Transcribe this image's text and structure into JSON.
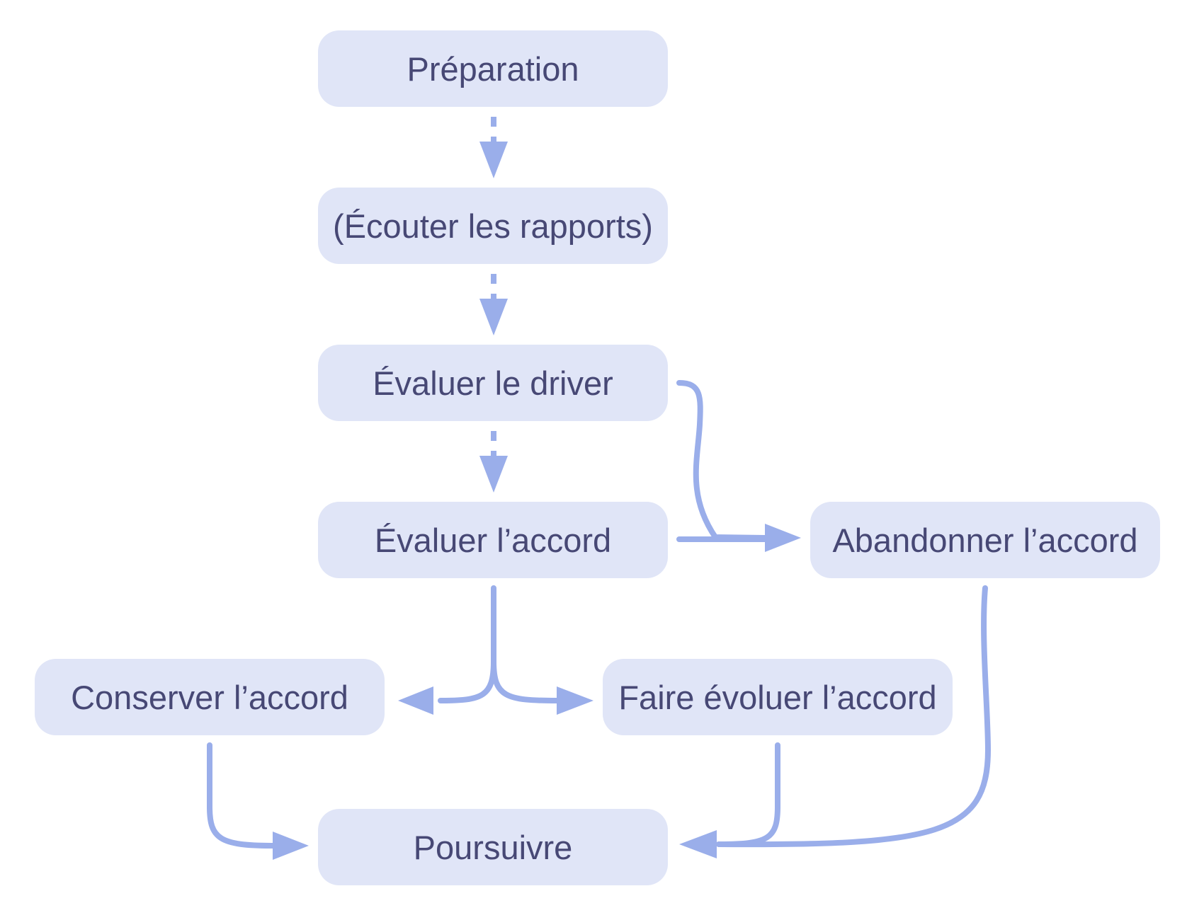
{
  "colors": {
    "node_fill": "#e0e5f7",
    "node_text": "#474875",
    "edge": "#9aaeea",
    "background": "#ffffff"
  },
  "nodes": {
    "preparation": {
      "label": "Préparation"
    },
    "ecouter": {
      "label": "(Écouter les rapports)"
    },
    "evaluer_driver": {
      "label": "Évaluer le driver"
    },
    "evaluer_accord": {
      "label": "Évaluer l’accord"
    },
    "abandonner": {
      "label": "Abandonner l’accord"
    },
    "conserver": {
      "label": "Conserver l’accord"
    },
    "faire_evoluer": {
      "label": "Faire évoluer l’accord"
    },
    "poursuivre": {
      "label": "Poursuivre"
    }
  },
  "edges": [
    {
      "from": "preparation",
      "to": "ecouter",
      "style": "dashed"
    },
    {
      "from": "ecouter",
      "to": "evaluer_driver",
      "style": "dashed"
    },
    {
      "from": "evaluer_driver",
      "to": "evaluer_accord",
      "style": "dashed"
    },
    {
      "from": "evaluer_driver",
      "to": "abandonner",
      "style": "solid"
    },
    {
      "from": "evaluer_accord",
      "to": "abandonner",
      "style": "solid"
    },
    {
      "from": "evaluer_accord",
      "to": "conserver",
      "style": "solid"
    },
    {
      "from": "evaluer_accord",
      "to": "faire_evoluer",
      "style": "solid"
    },
    {
      "from": "conserver",
      "to": "poursuivre",
      "style": "solid"
    },
    {
      "from": "faire_evoluer",
      "to": "poursuivre",
      "style": "solid"
    },
    {
      "from": "abandonner",
      "to": "poursuivre",
      "style": "solid"
    }
  ]
}
